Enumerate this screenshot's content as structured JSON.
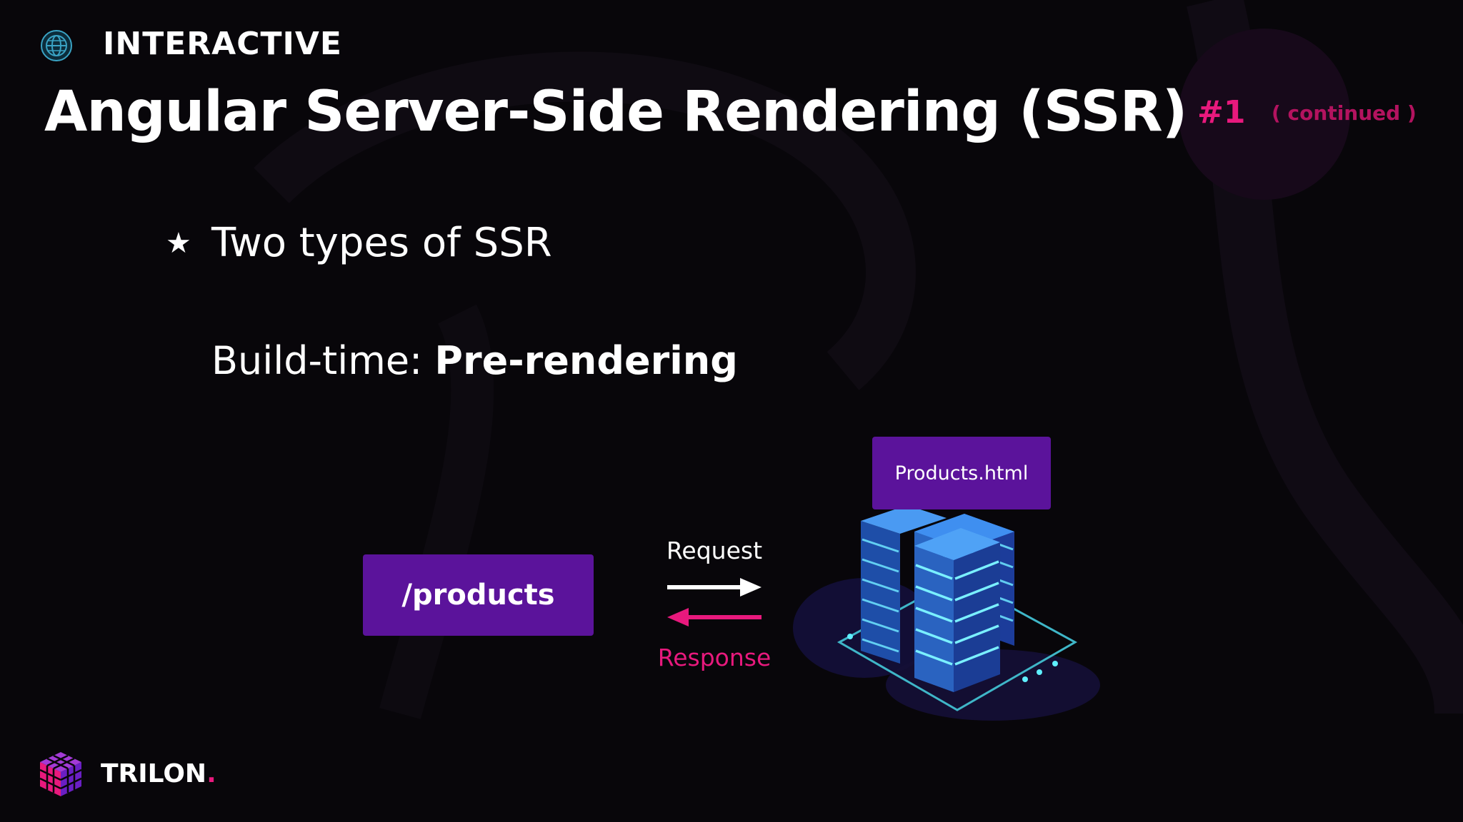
{
  "header": {
    "eyebrow": "INTERACTIVE",
    "title": "Angular Server-Side Rendering (SSR)",
    "badge_number": "#1",
    "badge_note": "( continued )"
  },
  "content": {
    "bullet": "Two types of SSR",
    "subline_prefix": "Build-time: ",
    "subline_emphasis": "Pre-rendering"
  },
  "diagram": {
    "route": "/products",
    "file": "Products.html",
    "request_label": "Request",
    "response_label": "Response"
  },
  "brand": {
    "name": "TRILON",
    "dot": "."
  },
  "colors": {
    "background": "#08060a",
    "accent_pink": "#e8197d",
    "box_purple": "#5b139b",
    "server_cyan": "#3fd0e8"
  },
  "icons": [
    "globe-icon",
    "star-icon",
    "server-icon",
    "trilon-cube-icon"
  ]
}
